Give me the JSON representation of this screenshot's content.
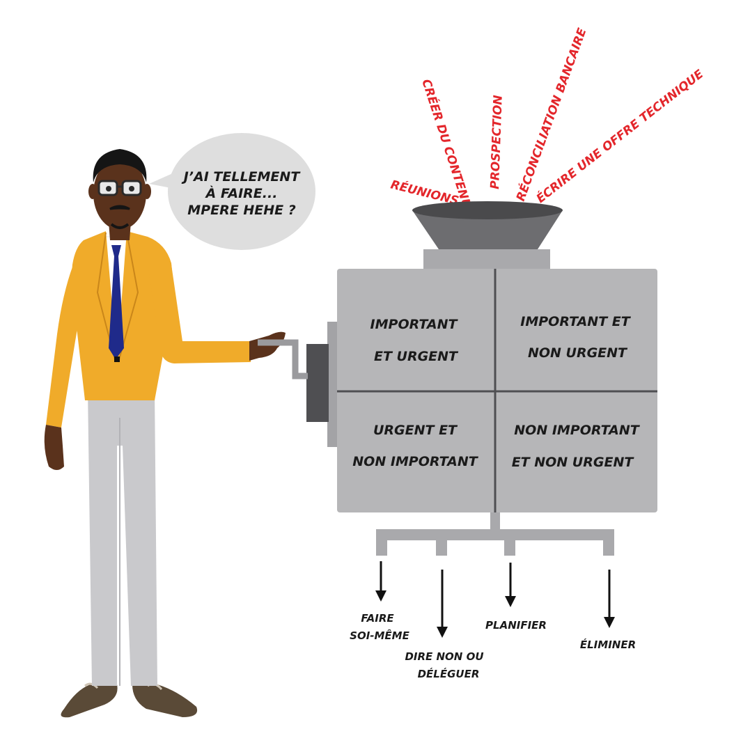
{
  "speech": {
    "line1": "J’AI TELLEMENT",
    "line2": "À FAIRE...",
    "line3": "MPERE HEHE ?"
  },
  "tasks": [
    "RÉUNIONS",
    "CRÉER DU CONTENU",
    "PROSPECTION",
    "RÉCONCILIATION BANCAIRE",
    "ÉCRIRE UNE OFFRE TECHNIQUE"
  ],
  "quadrants": {
    "top_left": [
      "IMPORTANT",
      "ET URGENT"
    ],
    "top_right": [
      "IMPORTANT ET",
      "NON URGENT"
    ],
    "bottom_left": [
      "URGENT ET",
      "NON IMPORTANT"
    ],
    "bottom_right": [
      "NON IMPORTANT",
      "ET NON URGENT"
    ]
  },
  "outputs": [
    [
      "FAIRE",
      "SOI-MÊME"
    ],
    [
      "DIRE NON OU",
      "DÉLÉGUER"
    ],
    [
      "PLANIFIER"
    ],
    [
      "ÉLIMINER"
    ]
  ],
  "colors": {
    "task_red": "#e3262b",
    "jacket": "#f0ab2a",
    "machine": "#b6b6b8",
    "tie": "#1f2a8a"
  }
}
